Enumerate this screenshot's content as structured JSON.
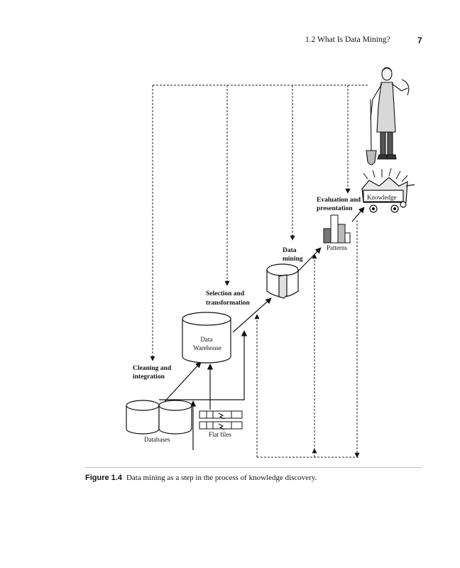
{
  "header": {
    "section_title": "1.2 What Is Data Mining?",
    "page_number": "7"
  },
  "diagram": {
    "stages": {
      "cleaning": [
        "Cleaning and",
        "integration"
      ],
      "selection": [
        "Selection and",
        "transformation"
      ],
      "mining": [
        "Data",
        "mining"
      ],
      "evaluation": [
        "Evaluation and",
        "presentation"
      ]
    },
    "nodes": {
      "databases": "Databases",
      "flat_files": "Flat files",
      "warehouse": [
        "Data",
        "Warehouse"
      ],
      "patterns": "Patterns",
      "knowledge": "Knowledge"
    }
  },
  "caption": {
    "label": "Figure 1.4",
    "text": "Data mining as a step in the process of knowledge discovery."
  }
}
